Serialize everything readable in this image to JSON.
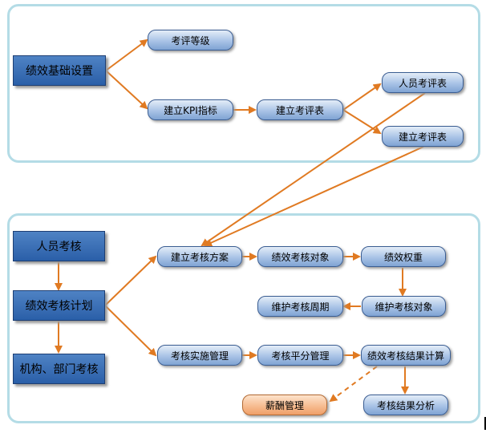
{
  "colors": {
    "frame": "#b4dce6",
    "arrow": "#e07a22",
    "box_blue": "#2a5fa8",
    "box_light": "#a9c3e6",
    "box_orange": "#f6b98d"
  },
  "top_section": {
    "root": "绩效基础设置",
    "grade": "考评等级",
    "kpi": "建立KPI指标",
    "eval_table": "建立考评表",
    "person_eval_table": "人员考评表",
    "eval_table_2": "建立考评表"
  },
  "bottom_section": {
    "person_review": "人员考核",
    "plan": "绩效考核计划",
    "dept_review": "机构、部门考核",
    "scheme": "建立考核方案",
    "target": "绩效考核对象",
    "weight": "绩效权重",
    "cycle": "维护考核周期",
    "maintain_target": "维护考核对象",
    "implement": "考核实施管理",
    "scoring": "考核平分管理",
    "calc": "绩效考核结果计算",
    "salary": "薪酬管理",
    "analysis": "考核结果分析"
  }
}
